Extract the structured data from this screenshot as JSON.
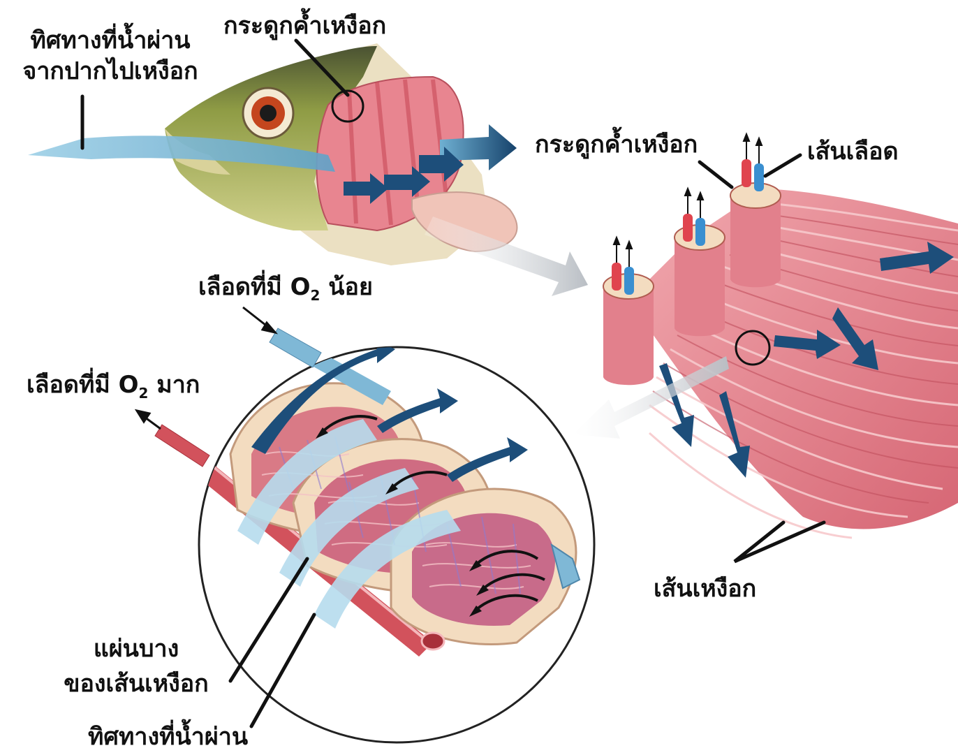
{
  "labels": {
    "water_path_from_mouth": "ทิศทางที่น้ำผ่าน\nจากปากไปเหงือก",
    "gill_arch_top": "กระดูกค้ำเหงือก",
    "gill_arch_right": "กระดูกค้ำเหงือก",
    "blood_vessel": "เส้นเลือด",
    "low_o2_blood_prefix": "เลือดที่มี O",
    "low_o2_blood_sub": "2",
    "low_o2_blood_suffix": " น้อย",
    "high_o2_blood_prefix": "เลือดที่มี O",
    "high_o2_blood_sub": "2",
    "high_o2_blood_suffix": " มาก",
    "gill_filament": "เส้นเหงือก",
    "lamella_line1": "แผ่นบาง",
    "lamella_line2": "ของเส้นเหงือก",
    "water_path_bottom": "ทิศทางที่น้ำผ่าน"
  },
  "colors": {
    "gill_red": "#e07a84",
    "gill_dark_red": "#c94a58",
    "water_blue": "#7fb8d6",
    "arrow_navy": "#1d4e7a",
    "blood_blue": "#3a8fd0",
    "blood_red": "#e0444e",
    "pointer_grey": "#c8ccd0",
    "fish_green": "#9aa64a",
    "cartilage_beige": "#f3dcc0"
  }
}
